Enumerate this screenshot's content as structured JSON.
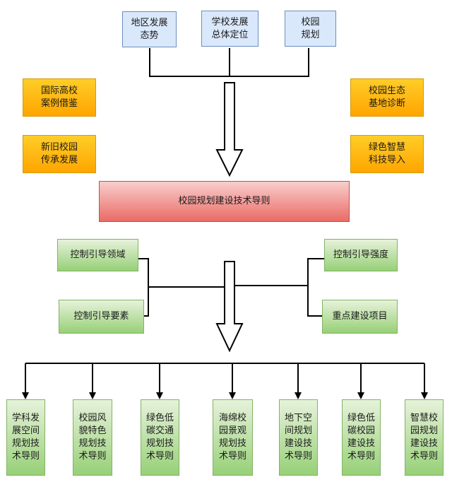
{
  "inputs": [
    {
      "id": "regional",
      "label": "地区发展\n态势"
    },
    {
      "id": "school",
      "label": "学校发展\n总体定位"
    },
    {
      "id": "campus",
      "label": "校园\n规划"
    }
  ],
  "factors_left": [
    {
      "id": "intl",
      "label": "国际高校\n案例借鉴"
    },
    {
      "id": "heritage",
      "label": "新旧校园\n传承发展"
    }
  ],
  "factors_right": [
    {
      "id": "eco",
      "label": "校园生态\n基地诊断"
    },
    {
      "id": "smart",
      "label": "绿色智慧\n科技导入"
    }
  ],
  "core": {
    "label": "校园规划建设技术导则"
  },
  "controls_left": [
    {
      "id": "domain",
      "label": "控制引导领域"
    },
    {
      "id": "elements",
      "label": "控制引导要素"
    }
  ],
  "controls_right": [
    {
      "id": "intensity",
      "label": "控制引导强度"
    },
    {
      "id": "projects",
      "label": "重点建设项目"
    }
  ],
  "outputs": [
    {
      "id": "discipline",
      "label": "学科发\n展空间\n规划技\n术导则"
    },
    {
      "id": "style",
      "label": "校园风\n貌特色\n规划技\n术导则"
    },
    {
      "id": "traffic",
      "label": "绿色低\n碳交通\n规划技\n术导则"
    },
    {
      "id": "landscape",
      "label": "海绵校\n园景观\n规划技\n术导则"
    },
    {
      "id": "underground",
      "label": "地下空\n间规划\n建设技\n术导则"
    },
    {
      "id": "lowcarbon",
      "label": "绿色低\n碳校园\n建设技\n术导则"
    },
    {
      "id": "smartcampus",
      "label": "智慧校\n园规划\n建设技\n术导则"
    }
  ]
}
